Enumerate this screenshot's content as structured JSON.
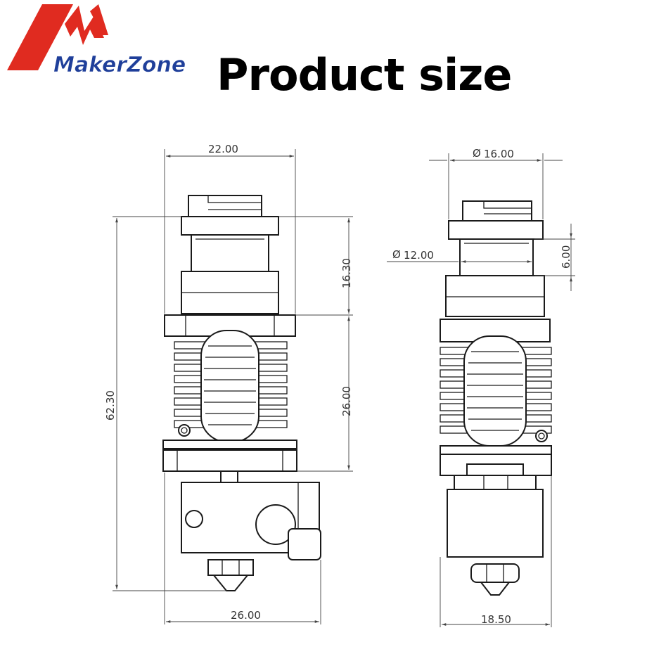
{
  "brand": {
    "name": "MakerZone",
    "colors": {
      "logo_red": "#e02b20",
      "logo_blue": "#1f3f9a"
    }
  },
  "title": "Product size",
  "views": {
    "front": {
      "dims": {
        "top_width": "22.00",
        "total_height": "62.30",
        "upper_height": "16.30",
        "heatsink_height": "26.00",
        "bottom_width": "26.00"
      }
    },
    "side": {
      "dims": {
        "top_diameter": "16.00",
        "neck_diameter": "12.00",
        "neck_height": "6.00",
        "bottom_width": "18.50"
      },
      "diameter_symbol": "Ø"
    }
  }
}
